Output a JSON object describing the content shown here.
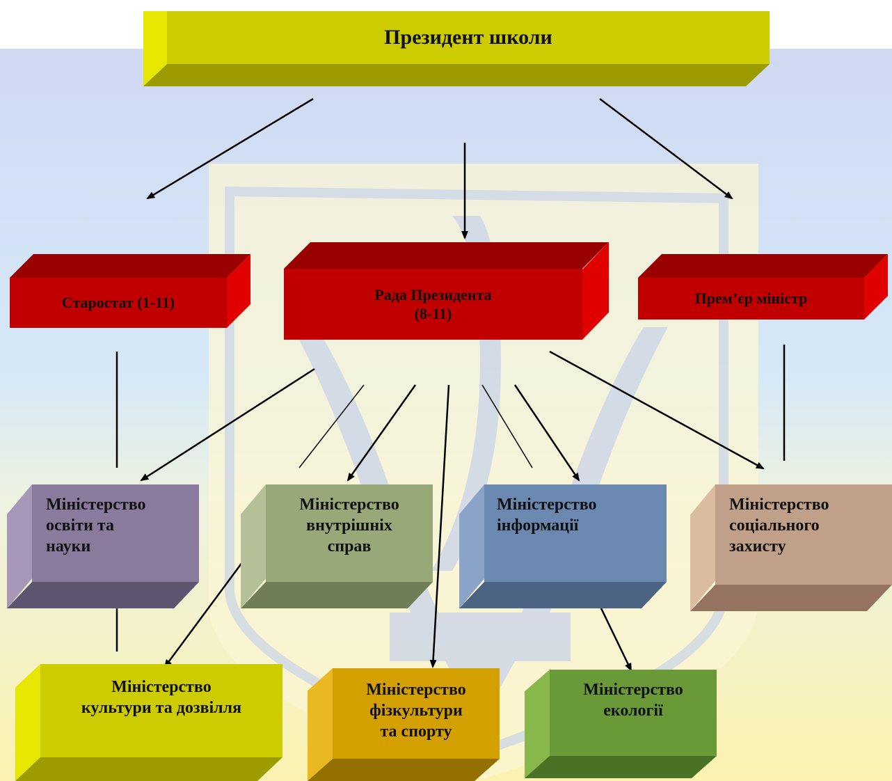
{
  "boxes": {
    "president": {
      "label": "Президент школи"
    },
    "starostat": {
      "label": "Старостат (1-11)"
    },
    "rada": {
      "label": "Рада Президента\n(8-11)"
    },
    "premier": {
      "label": "Прем’єр міністр"
    },
    "min_osvity": {
      "label": "Міністерство\nосвіти та\nнауки"
    },
    "min_vnutr": {
      "label": "Міністерство\nвнутрішніх\nсправ"
    },
    "min_inform": {
      "label": "Міністерство\nінформації"
    },
    "min_social": {
      "label": "Міністерство\nсоціального\nзахисту"
    },
    "min_kultury": {
      "label": "Міністерство\nкультури та дозвілля"
    },
    "min_fizk": {
      "label": "Міністерство\nфізкультури\nта спорту"
    },
    "min_ekol": {
      "label": "Міністерство\nекології"
    }
  },
  "colors": {
    "yellow": "#cccc00",
    "red": "#c00000",
    "purple": "#8a7a9e",
    "sage": "#98a878",
    "blue": "#6a88b0",
    "tan": "#c0a088",
    "gold": "#d4a000",
    "green": "#6a9a38"
  }
}
